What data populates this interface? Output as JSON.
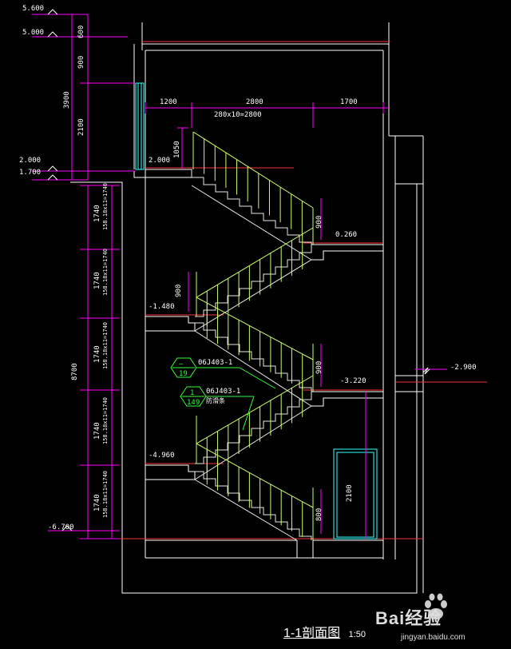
{
  "title": {
    "main": "1-1剖面图",
    "scale": "1:50"
  },
  "watermark": {
    "brand": "Bai经验",
    "url": "jingyan.baidu.com"
  },
  "elevations": {
    "e5600": "5.600",
    "e5000": "5.000",
    "e2000": "2.000",
    "e1700": "1.700",
    "landing2000": "2.000",
    "landing0260": "0.260",
    "landingm1480": "-1.480",
    "landingm3220": "-3.220",
    "landingm4960": "-4.960",
    "landingm6700": "-6.700",
    "outsidem2900": "-2.900"
  },
  "dimensions": {
    "d600": "600",
    "d900": "900",
    "d2100": "2100",
    "d3900": "3900",
    "d1200": "1200",
    "d2800": "2800",
    "d1700": "1700",
    "treads": "280x10=2800",
    "d1050": "1050",
    "rail1": "900",
    "rail2": "900",
    "rail3": "900",
    "rail4": "800",
    "d8700": "8700",
    "door": "2100",
    "flights": [
      {
        "h": "1740",
        "spec": "158.18x11=1740"
      },
      {
        "h": "1740",
        "spec": "158.18x11=1740"
      },
      {
        "h": "1740",
        "spec": "158.18x11=1740"
      },
      {
        "h": "1740",
        "spec": "158.18x11=1740"
      },
      {
        "h": "1740",
        "spec": "158.18x11=1740"
      }
    ]
  },
  "callouts": {
    "c1": {
      "ref": "06J403-1",
      "num": "—",
      "den": "19"
    },
    "c2": {
      "ref": "06J403-1",
      "num": "1",
      "den": "149",
      "note": "防滑条"
    }
  }
}
